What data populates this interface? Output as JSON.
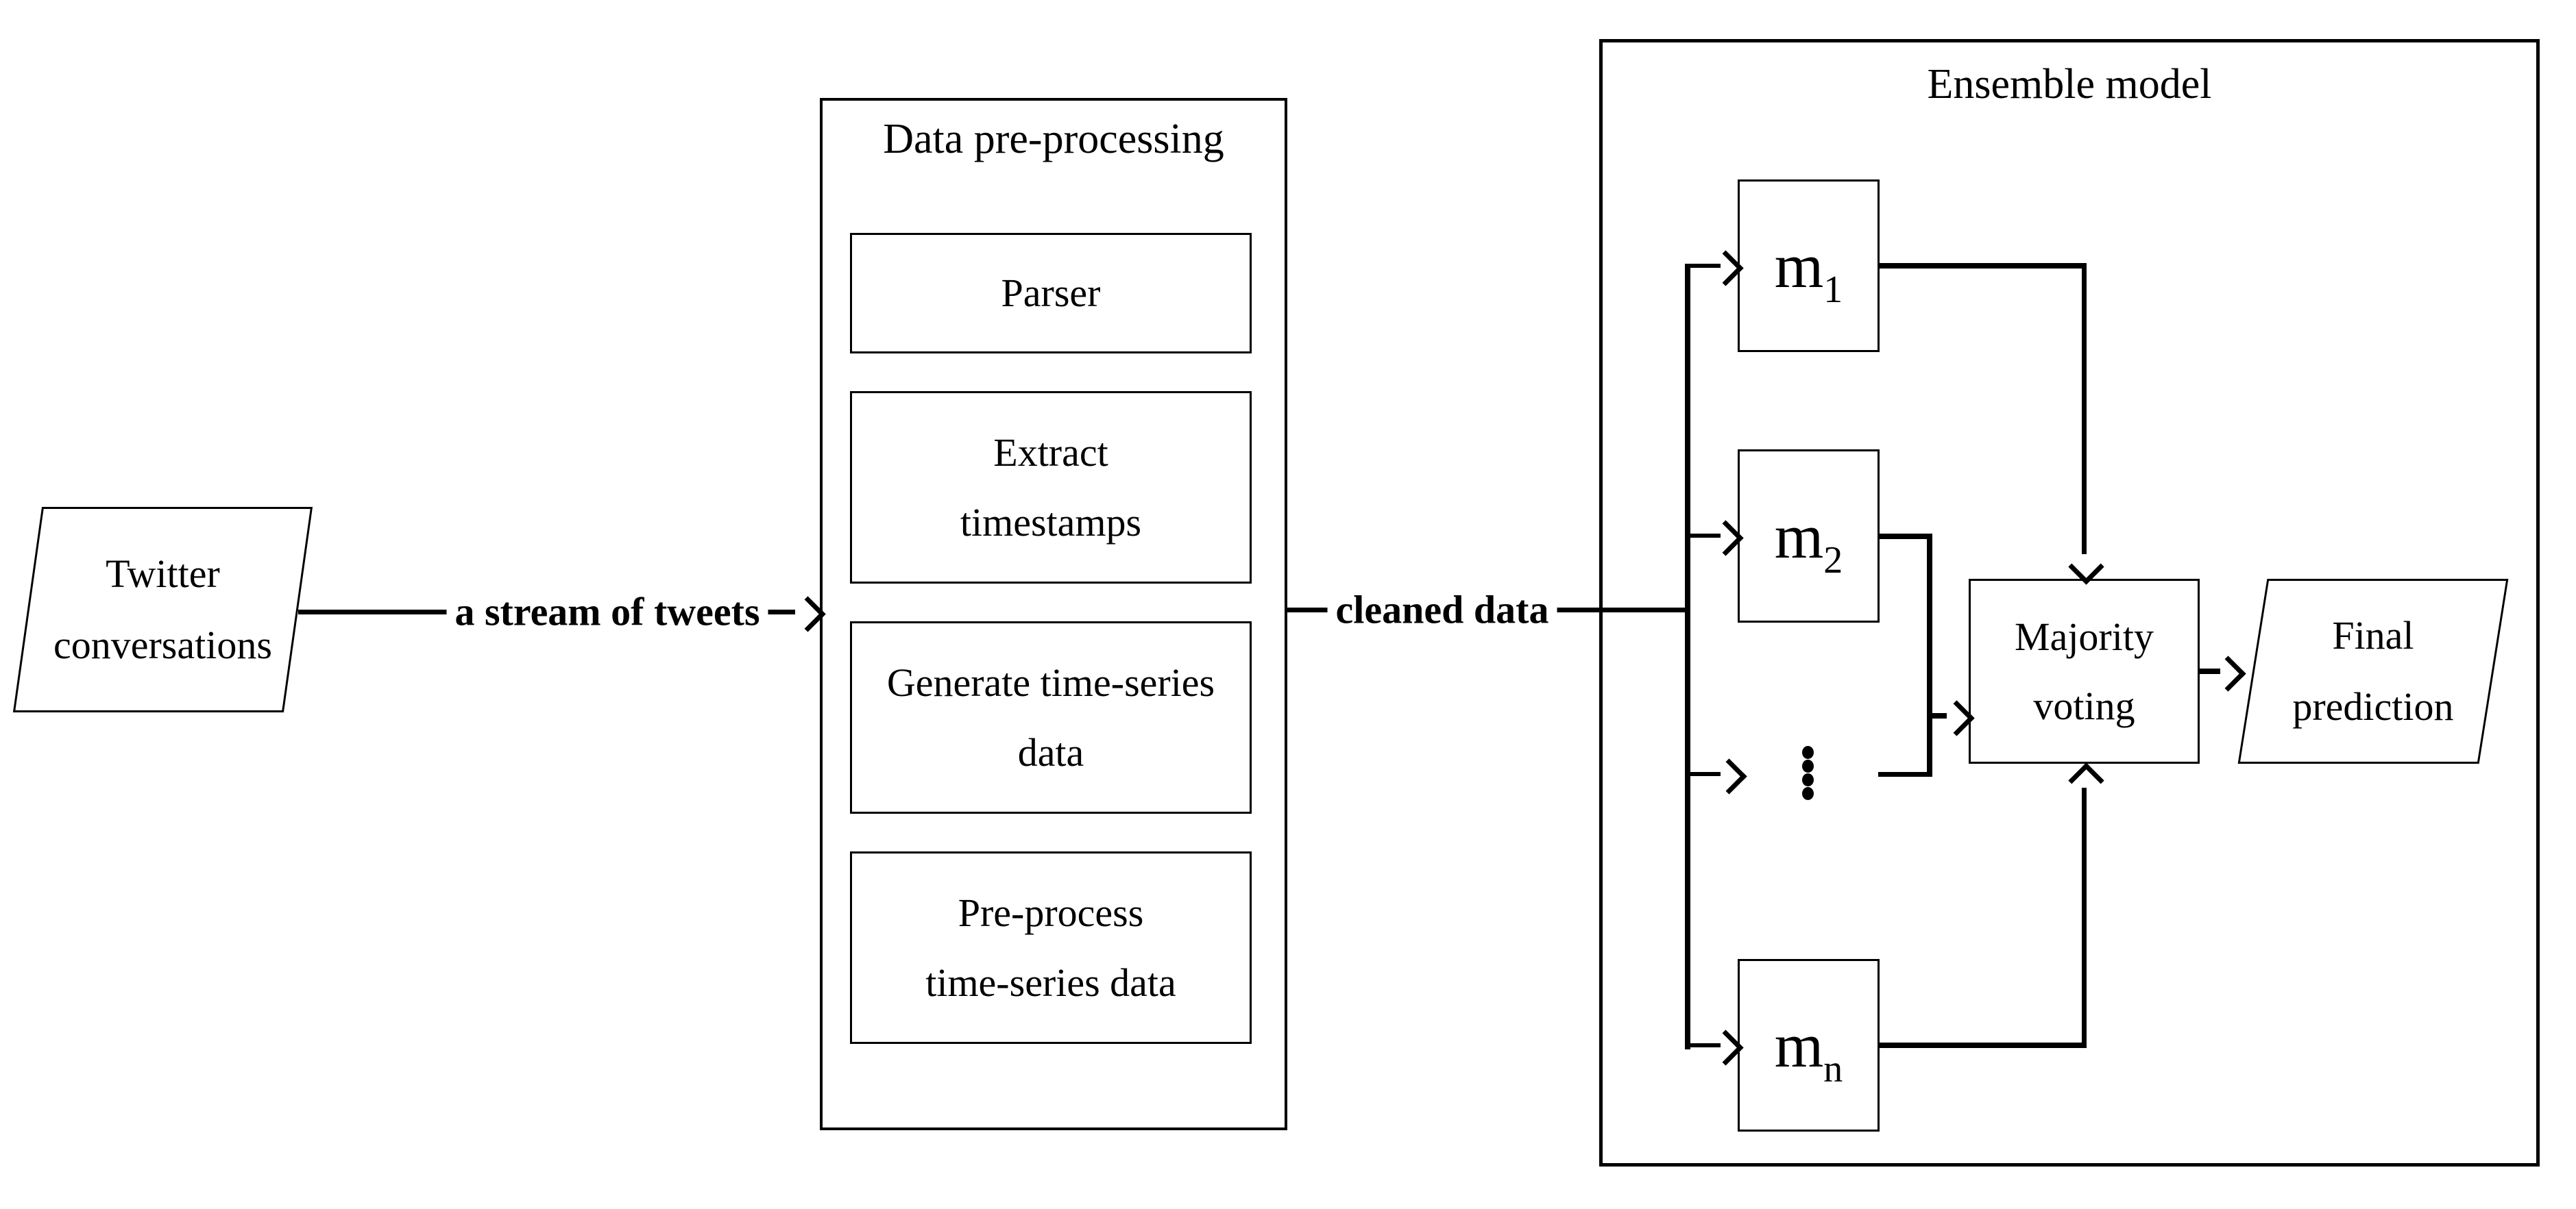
{
  "colors": {
    "stroke": "#000000",
    "background": "#ffffff"
  },
  "nodes": {
    "twitter": {
      "lines": [
        "Twitter",
        "conversations"
      ]
    },
    "preprocessing": {
      "title": "Data pre-processing",
      "steps": [
        {
          "lines": [
            "Parser"
          ]
        },
        {
          "lines": [
            "Extract",
            "timestamps"
          ]
        },
        {
          "lines": [
            "Generate time-series",
            "data"
          ]
        },
        {
          "lines": [
            "Pre-process",
            "time-series data"
          ]
        }
      ]
    },
    "ensemble": {
      "title": "Ensemble model",
      "models": [
        {
          "base": "m",
          "sub": "1"
        },
        {
          "base": "m",
          "sub": "2"
        },
        {
          "base": "m",
          "sub": "n"
        }
      ],
      "ellipsis_icon": "vertical-dots",
      "voting": {
        "lines": [
          "Majority",
          "voting"
        ]
      }
    },
    "final": {
      "lines": [
        "Final",
        "prediction"
      ]
    }
  },
  "edges": {
    "stream": {
      "label": "a stream of tweets"
    },
    "cleaned": {
      "label": "cleaned data"
    }
  }
}
